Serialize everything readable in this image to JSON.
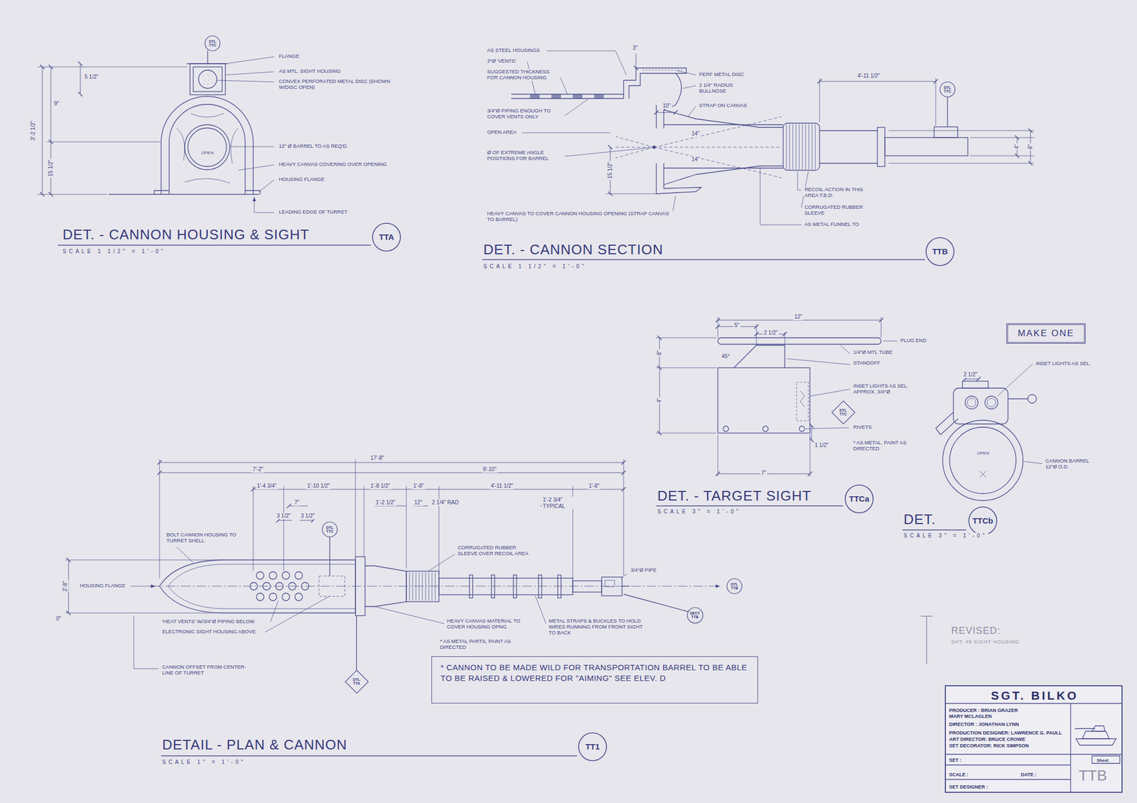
{
  "diagram": {
    "nodes": [
      {
        "text": [
          "DTL TTC"
        ]
      },
      {
        "text": [
          "DTL TTC"
        ]
      },
      {
        "text": [
          "TTA"
        ]
      },
      {
        "text": [
          "TTB"
        ]
      },
      {
        "text": [
          "DTL TTC"
        ]
      },
      {
        "text": [
          "MAKE ONE"
        ]
      },
      {
        "text": [
          "TTCa"
        ]
      },
      {
        "text": [
          "TTCb"
        ]
      },
      {
        "text": [
          "DTL TTC"
        ]
      },
      {
        "text": [
          "DTL TTB"
        ]
      },
      {
        "text": [
          "SECT TTB"
        ]
      },
      {
        "text": [
          "* CANNON TO BE MADE WILD FOR TRANSPORTATION BARREL TO BE ABLE TO BE RAISED & LOWERED FOR \"AIMING\" SEE ELEV. D"
        ]
      },
      {
        "text": [
          "DTL TTA"
        ]
      },
      {
        "text": [
          "TT1"
        ]
      },
      {
        "text": [
          "SGT. BILKO",
          "PRODUCER : BRIAN GRAZER MARY MCLAGLEN",
          "DIRECTOR : JONATHAN LYNN",
          "PRODUCTION DESIGNER: LAWRENCE G. PAULL",
          "ART DIRECTOR: BRUCE CROWE",
          "SET DECORATOR: RICK SIMPSON",
          "SET :",
          "SCALE :",
          "DATE :",
          "SET DESIGNER :",
          "Sheet",
          "TTB"
        ]
      }
    ],
    "labels": [
      "FLANGE",
      "AS MTL. SIGHT HOUSING",
      "CONVEX PERFORATED METAL DISC (SHOWN W/DISC OPEN)",
      "12\" Ø BARREL TO AS REQ'D.",
      "HEAVY CANVAS COVERING OVER OPENING",
      "HOUSING FLANGE",
      "LEADING EDGE OF TURRET",
      "OPEN",
      "3'-2 1/2\"",
      "9\"",
      "15 1/2\"",
      "5 1/2\"",
      "DET. - CANNON HOUSING & SIGHT",
      "SCALE 1 1/2\" = 1'-0\"",
      "AS STEEL HOUSINGS",
      "3\"Ø 'VENTS'",
      "SUGGESTED THICKNESS FOR CANNON HOUSING",
      "3/4\"Ø PIPING ENOUGH TO COVER VENTS ONLY",
      "OPEN AREA",
      "Ø OF EXTREME ANGLE POSITIONS FOR BARREL",
      "HEAVY CANVAS TO COVER CANNON HOUSING OPENING (STRAP CANVAS TO BARREL)",
      "PERF METAL DISC",
      "2 1/4\" RADIUS BULLNOSE",
      "STRAP ON CANVAS",
      "RECOIL ACTION IN THIS AREA T.B.D.",
      "CORRUGATED RUBBER SLEEVE",
      "AS METAL FUNNEL TO",
      "4'-11 1/2\"",
      "10\"",
      "14\"",
      "14\"",
      "15 1/2\"",
      "3\"",
      "4\"",
      "6\"",
      "DET. - CANNON SECTION",
      "SCALE 1 1/2\" = 1'-0\"",
      "12\"",
      "5\"",
      "2 1/2\"",
      "8\"",
      "4\"",
      "45°",
      "1 1/2\"",
      "7\"",
      "PLUG END",
      "1/4\"Ø MTL TUBE",
      "STANDOFF",
      "INSET LIGHTS AS SEL. APPROX. 3/4\"Ø",
      "RIVETS",
      "* AS METAL. PAINT AS DIRECTED",
      "DET. - TARGET SIGHT",
      "SCALE 3\" = 1'-0\"",
      "INSET LIGHTS AS SEL.",
      "2 1/2\"",
      "OPEN",
      "CANNON BARREL 12\"Ø O.D.",
      "DET.",
      "SCALE 3\" = 1'-0\"",
      "17'-8\"",
      "7'-2\"",
      "9'-10\"",
      "1'-4 3/4\"",
      "1'-10 1/2\"",
      "1'-8 1/2\"",
      "1'-8\"",
      "4'-11 1/2\"",
      "1'-8\"",
      "7\"",
      "1'-2 1/2\"",
      "12\"",
      "2 1/4\" RAD",
      "3 1/2\"",
      "3 1/2\"",
      "1'-2 3/4\" TYPICAL",
      "BOLT CANNON HOUSING TO TURRET SHELL",
      "HOUSING FLANGE",
      "'HEAT VENTS' W/3/4\"Ø PIPING BELOW",
      "ELECTRONIC SIGHT HOUSING ABOVE",
      "CANNON OFFSET FROM CENTER-LINE OF TURRET",
      "CORRUGATED RUBBER SLEEVE OVER RECOIL AREA",
      "HEAVY CANVAS MATERIAL TO COVER HOUSING OPNG",
      "METAL STRAPS & BUCKLES TO HOLD WIRES RUNNING FROM FRONT SIGHT TO BACK",
      "3/4\"Ø PIPE",
      "* AS METAL PARTS, PAINT AS DIRECTED",
      "2'-8\"",
      "0\"",
      "DETAIL - PLAN & CANNON",
      "SCALE 1\" = 1'-0\"",
      "REVISED:",
      "SHT. #8 SIGHT HOUSING"
    ]
  }
}
